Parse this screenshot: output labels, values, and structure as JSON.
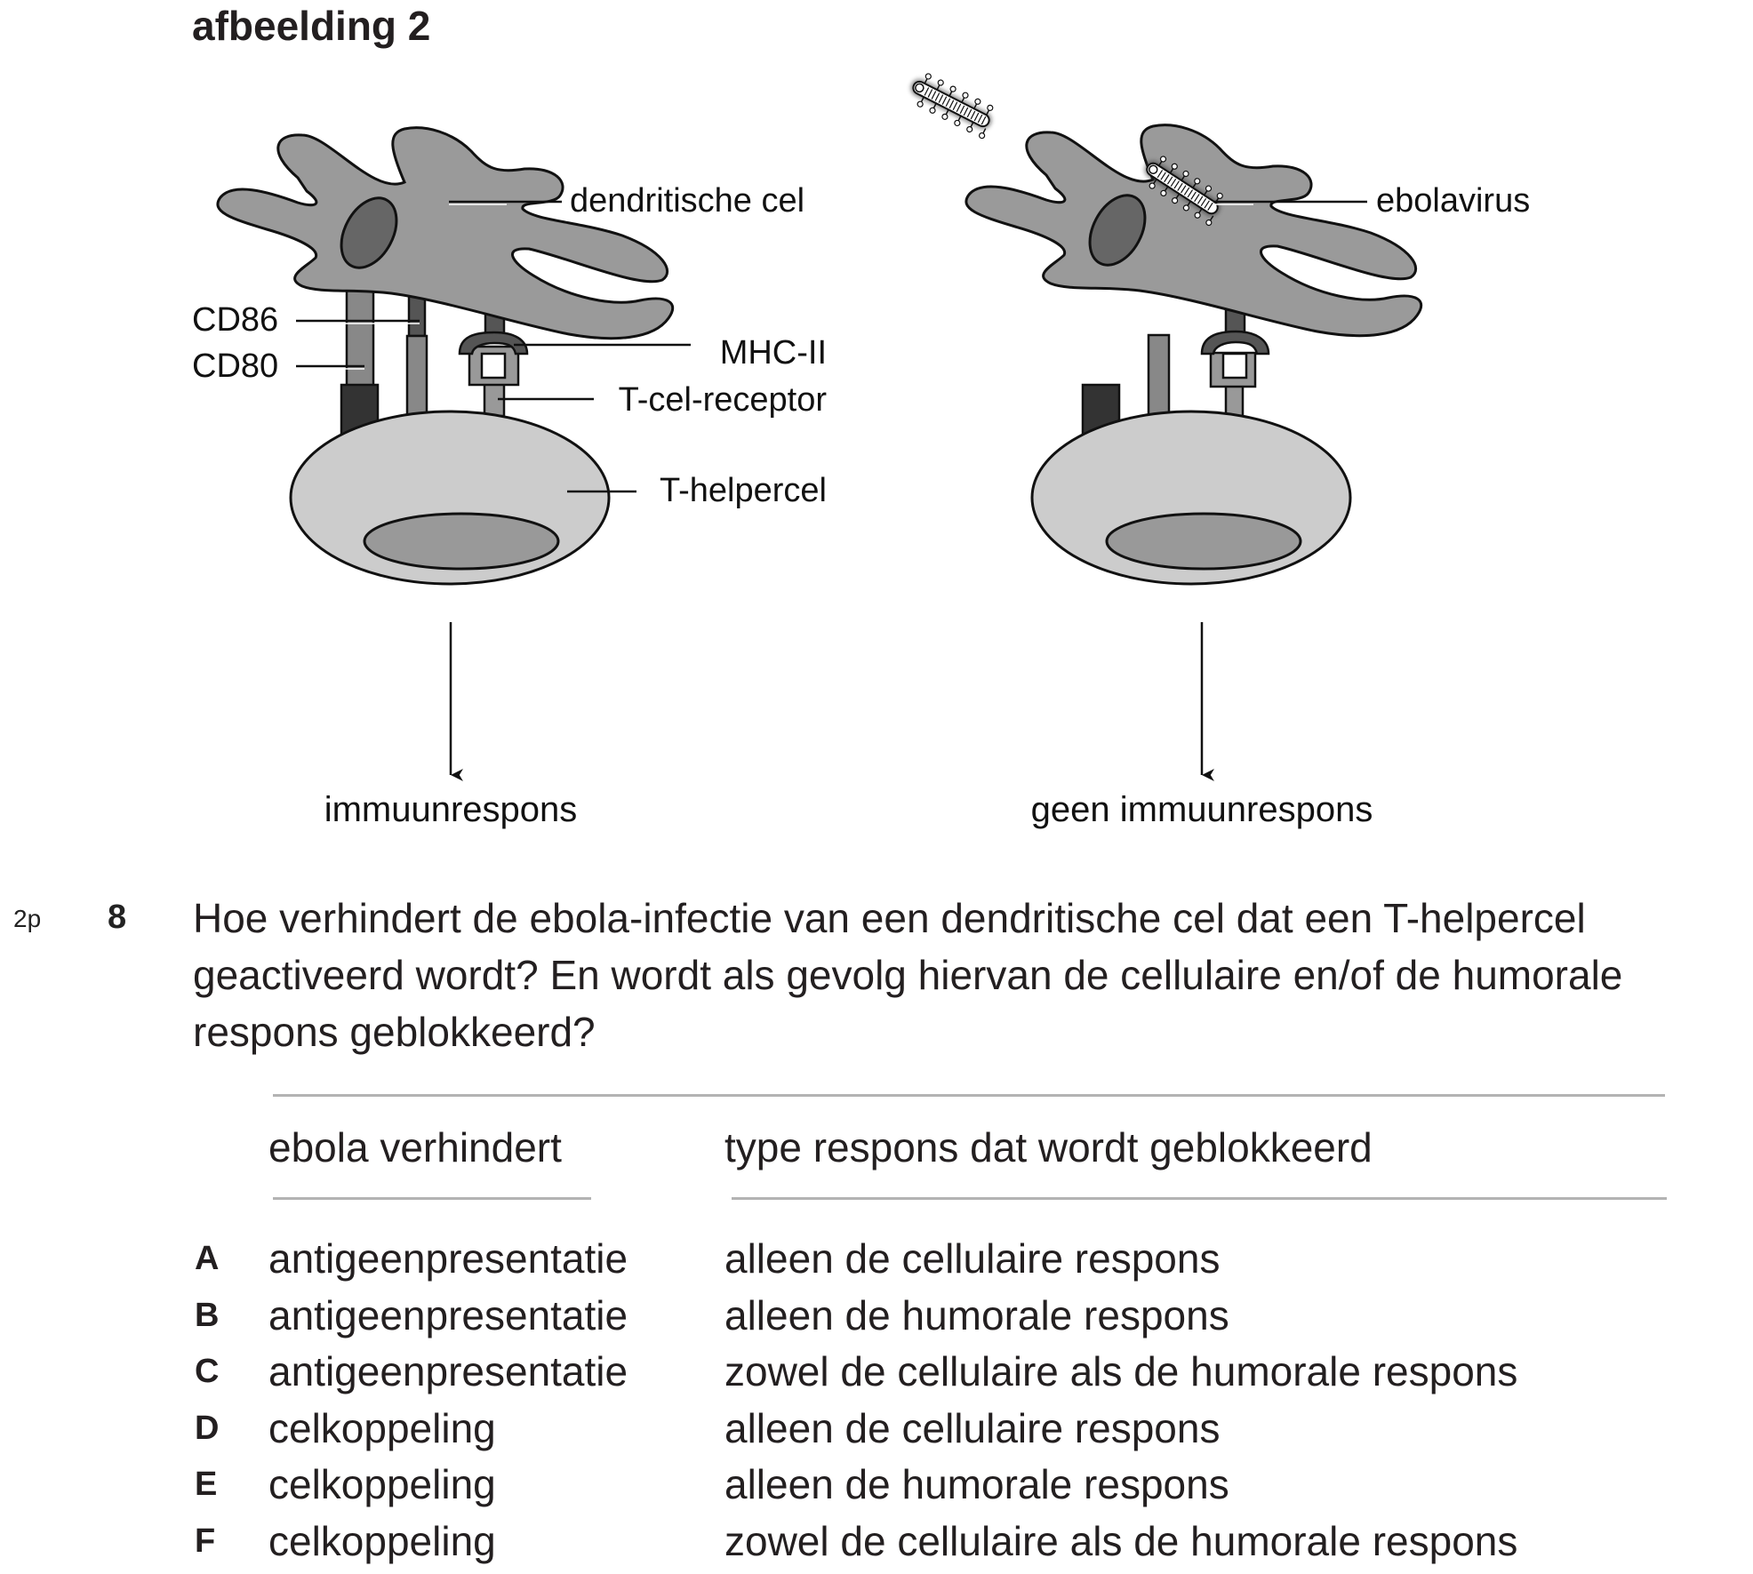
{
  "figure": {
    "title": "afbeelding 2",
    "left_panel": {
      "labels": {
        "dendritic_cell": "dendritische cel",
        "cd86": "CD86",
        "cd80": "CD80",
        "mhc2": "MHC-II",
        "tcr": "T-cel-receptor",
        "t_helper": "T-helpercel"
      },
      "outcome": "immuunrespons"
    },
    "right_panel": {
      "labels": {
        "virus": "ebolavirus"
      },
      "outcome": "geen immuunrespons"
    },
    "colors": {
      "dendritic_cell": "#9a9a9a",
      "nucleus_dc": "#666666",
      "t_cell": "#cccccc",
      "t_cell_nucleus": "#999999",
      "receptor_dark": "#333333",
      "receptor_mid": "#555555",
      "receptor_gray": "#888888",
      "outline": "#111111"
    }
  },
  "question": {
    "points": "2p",
    "number": "8",
    "text": "Hoe verhindert de ebola-infectie van een dendritische cel dat een T-helpercel geactiveerd wordt? En wordt als gevolg hiervan de cellulaire en/of de humorale respons geblokkeerd?"
  },
  "table": {
    "headers": [
      "ebola verhindert",
      "type respons dat wordt geblokkeerd"
    ],
    "options": [
      {
        "letter": "A",
        "prevents": "antigeenpresentatie",
        "blocked": "alleen de cellulaire respons"
      },
      {
        "letter": "B",
        "prevents": "antigeenpresentatie",
        "blocked": "alleen de humorale respons"
      },
      {
        "letter": "C",
        "prevents": "antigeenpresentatie",
        "blocked": "zowel de cellulaire als de humorale respons"
      },
      {
        "letter": "D",
        "prevents": "celkoppeling",
        "blocked": "alleen de cellulaire respons"
      },
      {
        "letter": "E",
        "prevents": "celkoppeling",
        "blocked": "alleen de humorale respons"
      },
      {
        "letter": "F",
        "prevents": "celkoppeling",
        "blocked": "zowel de cellulaire als de humorale respons"
      }
    ]
  }
}
